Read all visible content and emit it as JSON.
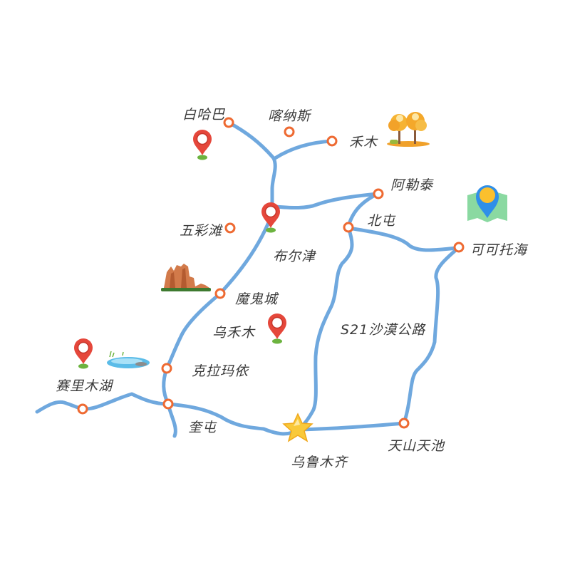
{
  "colors": {
    "road": "#6fa8de",
    "node": "#ee6a32",
    "pin": "#e5473b",
    "pin_base": "#6cb33f",
    "star": "#f9c93a",
    "text": "#3a3a3a"
  },
  "labels": {
    "baihaba": "白哈巴",
    "kanasi": "喀纳斯",
    "hemu": "禾木",
    "aletai": "阿勒泰",
    "beitun": "北屯",
    "keketuohai": "可可托海",
    "wucaitan": "五彩滩",
    "buerjin": "布尔津",
    "moguicheng": "魔鬼城",
    "wuhemu": "乌禾木",
    "road_s21": "S21沙漠公路",
    "kelamayi": "克拉玛依",
    "sailimuhu": "赛里木湖",
    "kuitun": "奎屯",
    "wulumuqi": "乌鲁木齐",
    "tianshantianchi": "天山天池"
  },
  "icons": {
    "baihaba_pin": "map-pin-icon",
    "buerjin_pin": "map-pin-icon",
    "wuhemu_pin": "map-pin-icon",
    "sailimuhu_pin": "map-pin-icon",
    "hemu_trees": "autumn-trees-icon",
    "moguicheng_rock": "yardang-rock-icon",
    "sailimuhu_lake": "lake-icon",
    "map_logo": "map-location-icon",
    "wulumuqi_star": "star-icon"
  }
}
